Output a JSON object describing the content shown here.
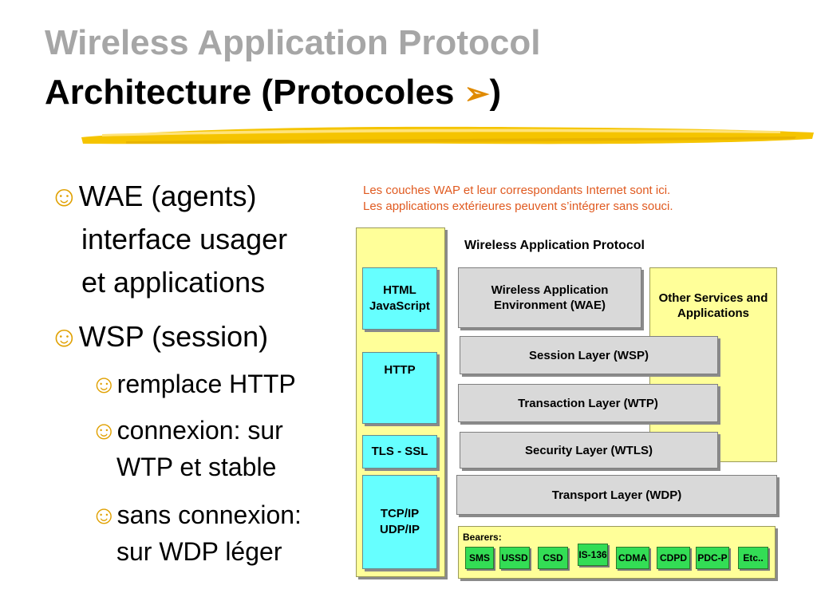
{
  "title": {
    "line1": "Wireless Application Protocol",
    "line2_text": "Architecture (Protocoles ",
    "line2_arrow": "➢",
    "line2_close": ")"
  },
  "bullets": {
    "smiley": "☺",
    "wae": [
      "WAE (agents)",
      "interface usager",
      "et applications"
    ],
    "wsp": "WSP (session)",
    "sub1": "remplace HTTP",
    "sub2": [
      "connexion: sur",
      "WTP et stable"
    ],
    "sub3": [
      "sans connexion:",
      "sur WDP léger"
    ]
  },
  "caption": {
    "line1": "Les couches WAP et leur correspondants Internet sont ici.",
    "line2": "Les applications extérieures peuvent s’intégrer sans souci."
  },
  "diagram": {
    "heading": "Wireless Application Protocol",
    "wae": [
      "Wireless Application",
      "Environment (WAE)"
    ],
    "other": [
      "Other Services and",
      "Applications"
    ],
    "wsp": "Session Layer (WSP)",
    "wtp": "Transaction Layer (WTP)",
    "wtls": "Security Layer (WTLS)",
    "wdp": "Transport Layer (WDP)",
    "html": [
      "HTML",
      "JavaScript"
    ],
    "http": "HTTP",
    "tls": "TLS - SSL",
    "tcp": [
      "TCP/IP",
      "UDP/IP"
    ],
    "bearers_label": "Bearers:",
    "bearers": [
      "SMS",
      "USSD",
      "CSD",
      "IS-136",
      "CDMA",
      "CDPD",
      "PDC-P",
      "Etc.."
    ]
  },
  "colors": {
    "title_grey": "#a6a6a6",
    "highlight_yellow": "#f5c400",
    "caption_orange": "#e05a20",
    "internet_cyan": "#66ffff",
    "panel_yellow": "#ffff99",
    "bearer_green": "#33dd55",
    "layer_grey": "#d9d9d9"
  }
}
